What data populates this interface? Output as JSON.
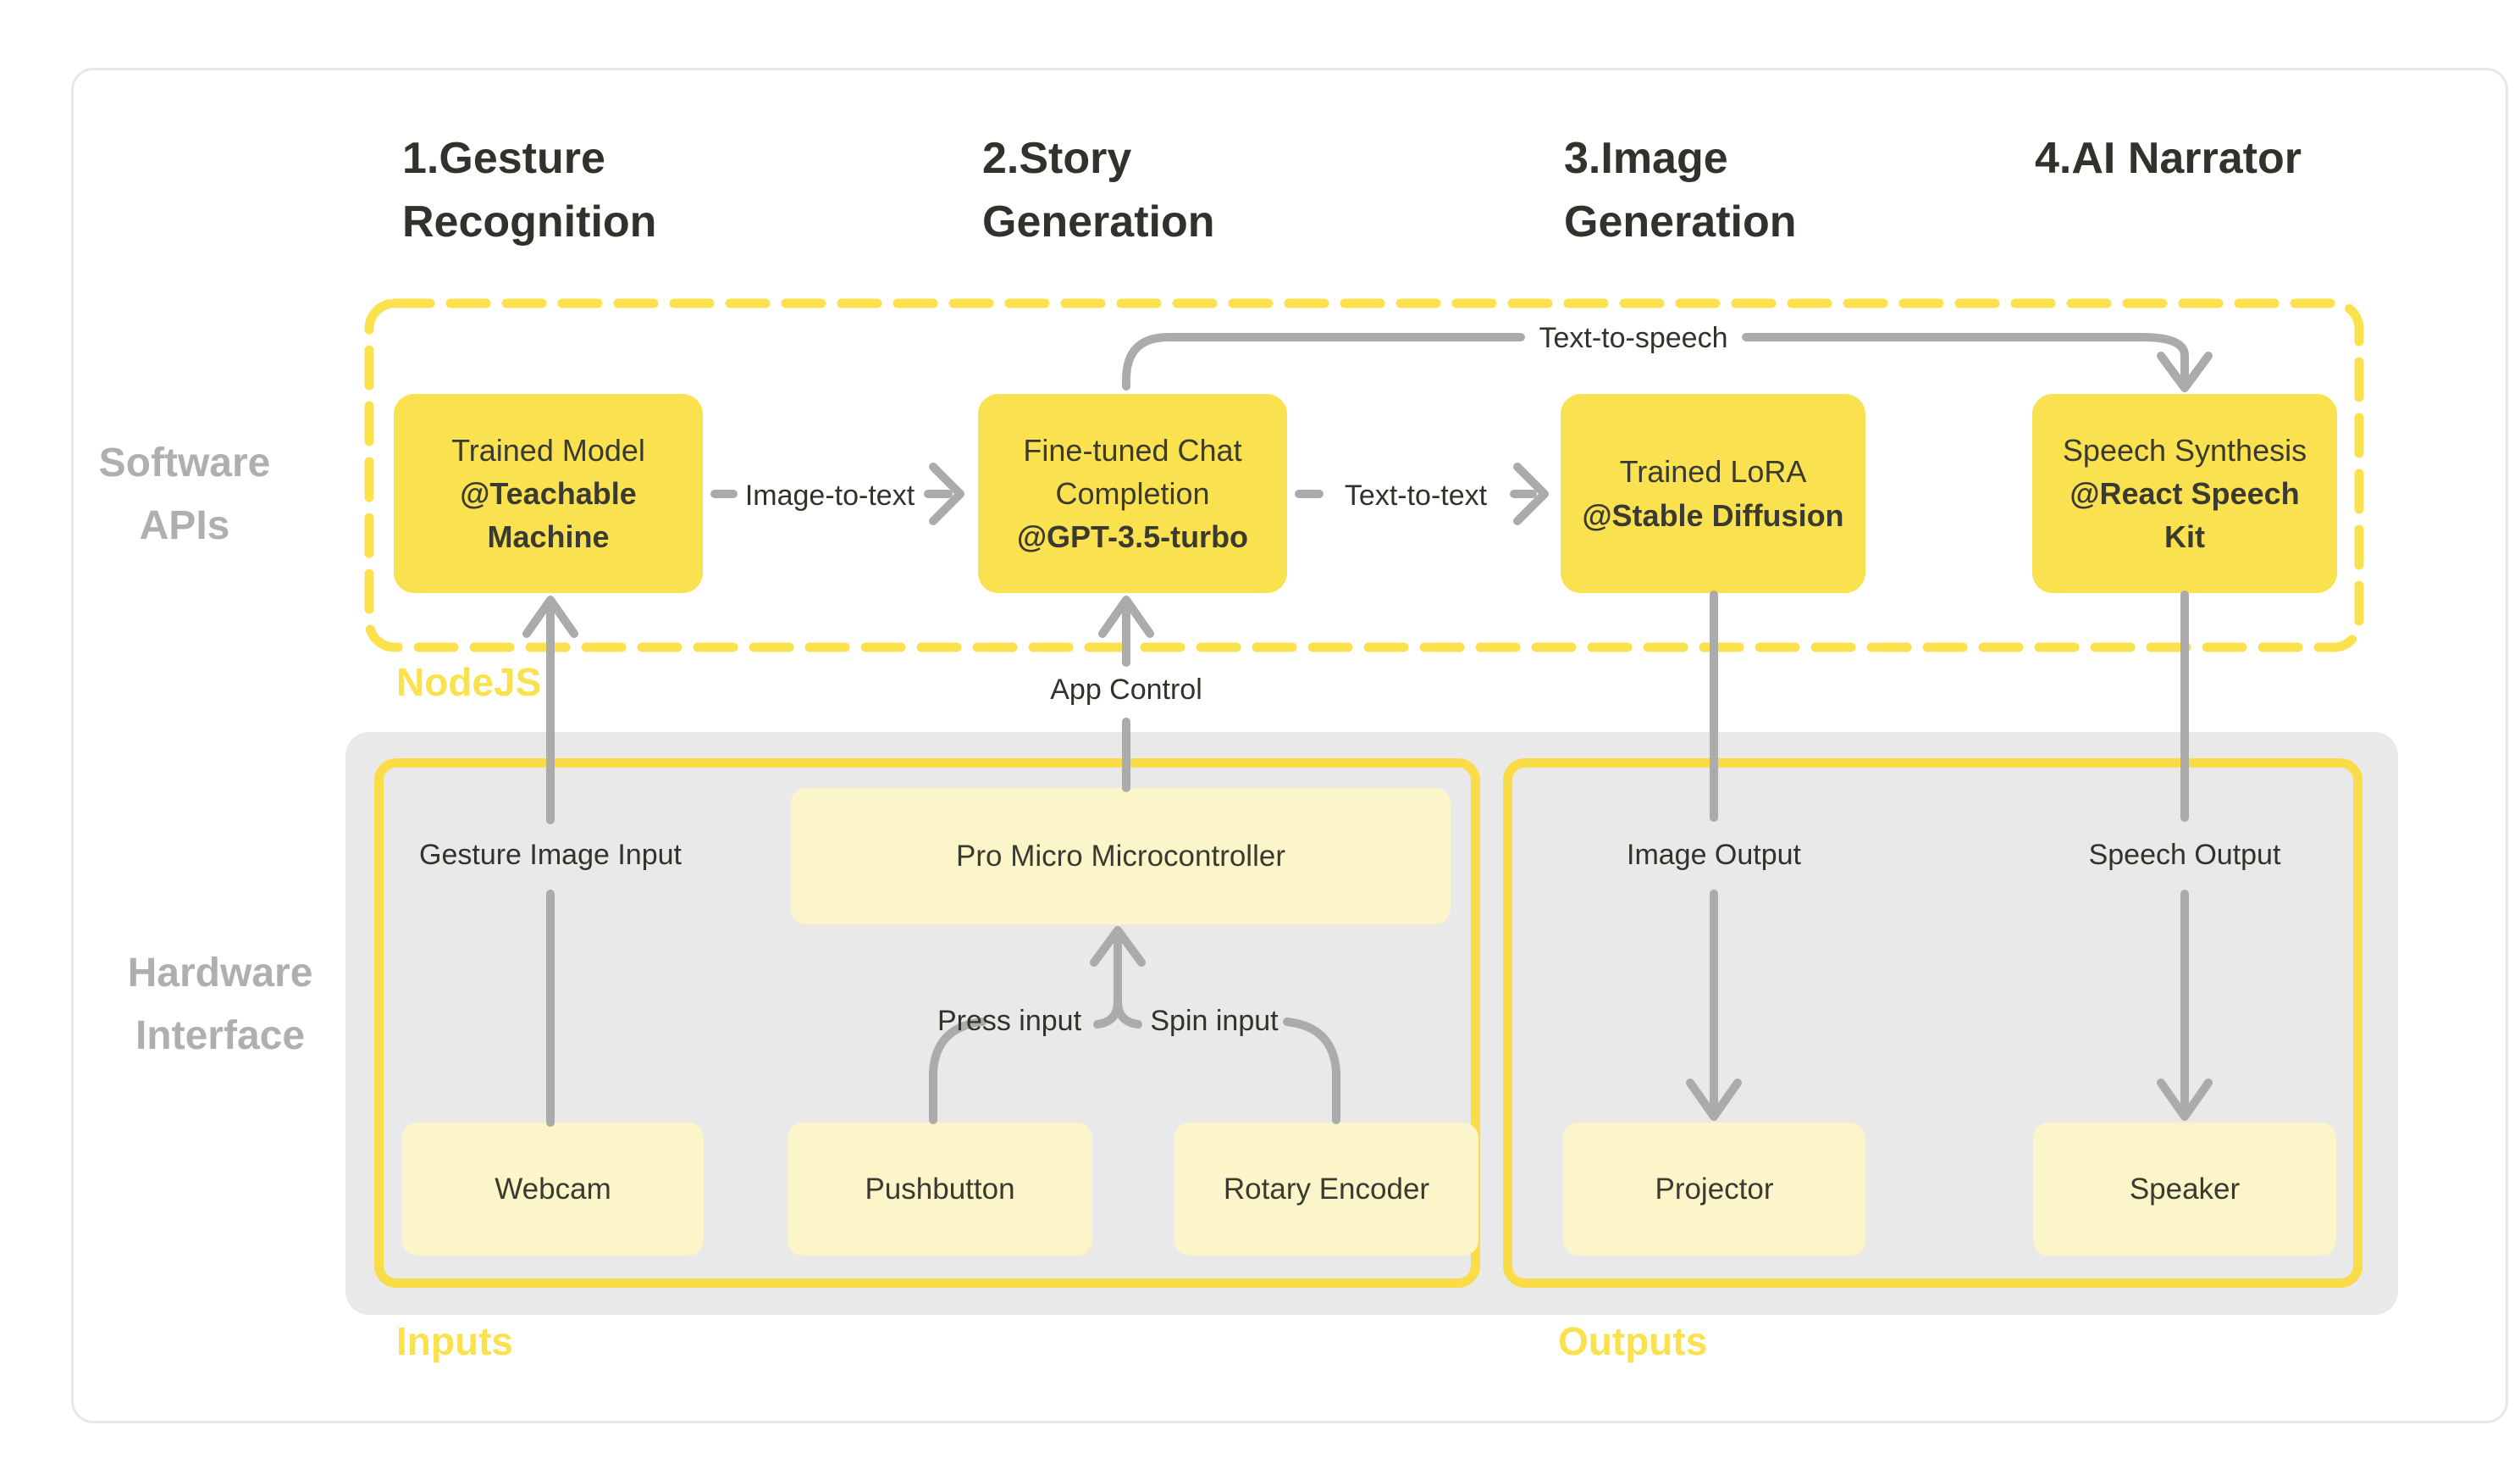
{
  "columns": [
    {
      "label": "1.Gesture\nRecognition"
    },
    {
      "label": "2.Story\nGeneration"
    },
    {
      "label": "3.Image\nGeneration"
    },
    {
      "label": "4.AI Narrator"
    }
  ],
  "sections": {
    "software": {
      "label": "Software\nAPIs",
      "runtime_label": "NodeJS"
    },
    "hardware": {
      "label": "Hardware\nInterface",
      "inputs_label": "Inputs",
      "outputs_label": "Outputs"
    }
  },
  "api_boxes": [
    {
      "title": "Trained Model",
      "subtitle": "@Teachable\nMachine"
    },
    {
      "title": "Fine-tuned Chat\nCompletion",
      "subtitle": "@GPT-3.5-turbo"
    },
    {
      "title": "Trained LoRA",
      "subtitle": "@Stable Diffusion"
    },
    {
      "title": "Speech Synthesis",
      "subtitle": "@React Speech\nKit"
    }
  ],
  "connectors": {
    "image_to_text": "Image-to-text",
    "text_to_text": "Text-to-text",
    "text_to_speech": "Text-to-speech",
    "app_control": "App Control",
    "gesture_image_input": "Gesture Image Input",
    "image_output": "Image Output",
    "speech_output": "Speech Output",
    "press_input": "Press input",
    "spin_input": "Spin input"
  },
  "hardware_boxes": {
    "microcontroller": "Pro Micro Microcontroller",
    "webcam": "Webcam",
    "pushbutton": "Pushbutton",
    "rotary_encoder": "Rotary Encoder",
    "projector": "Projector",
    "speaker": "Speaker"
  },
  "colors": {
    "accent_yellow": "#FAE14F",
    "pale_yellow": "#FCF5C9",
    "border_yellow": "#FADC48",
    "label_yellow": "#FBE14E",
    "container_gray": "#E9E9E9",
    "side_label_gray": "#AFAFAF",
    "line_gray": "#ABABAB",
    "text_dark": "#33322A"
  }
}
